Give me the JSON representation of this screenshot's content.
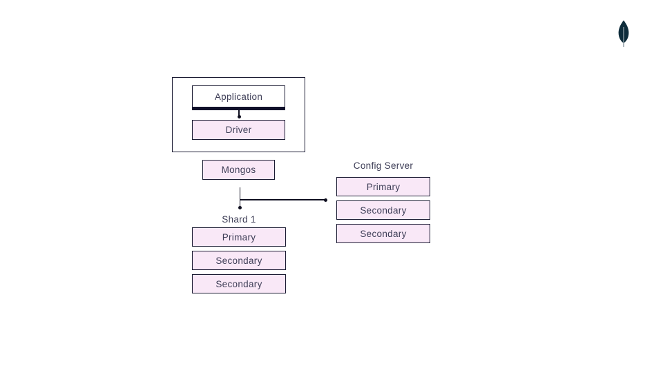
{
  "diagram": {
    "app_group": {
      "application_label": "Application",
      "driver_label": "Driver"
    },
    "mongos_label": "Mongos",
    "shard": {
      "title": "Shard 1",
      "nodes": [
        "Primary",
        "Secondary",
        "Secondary"
      ]
    },
    "config_server": {
      "title": "Config Server",
      "nodes": [
        "Primary",
        "Secondary",
        "Secondary"
      ]
    }
  },
  "logo": {
    "name": "mongodb-leaf-icon"
  },
  "colors": {
    "background": "#ffffff",
    "node_fill_pink": "#f9e8f7",
    "node_border": "#1b1b33",
    "text": "#3e3e57",
    "connector": "#0e0e1f",
    "application_bar": "#10102a",
    "leaf": "#0e2c3b"
  }
}
